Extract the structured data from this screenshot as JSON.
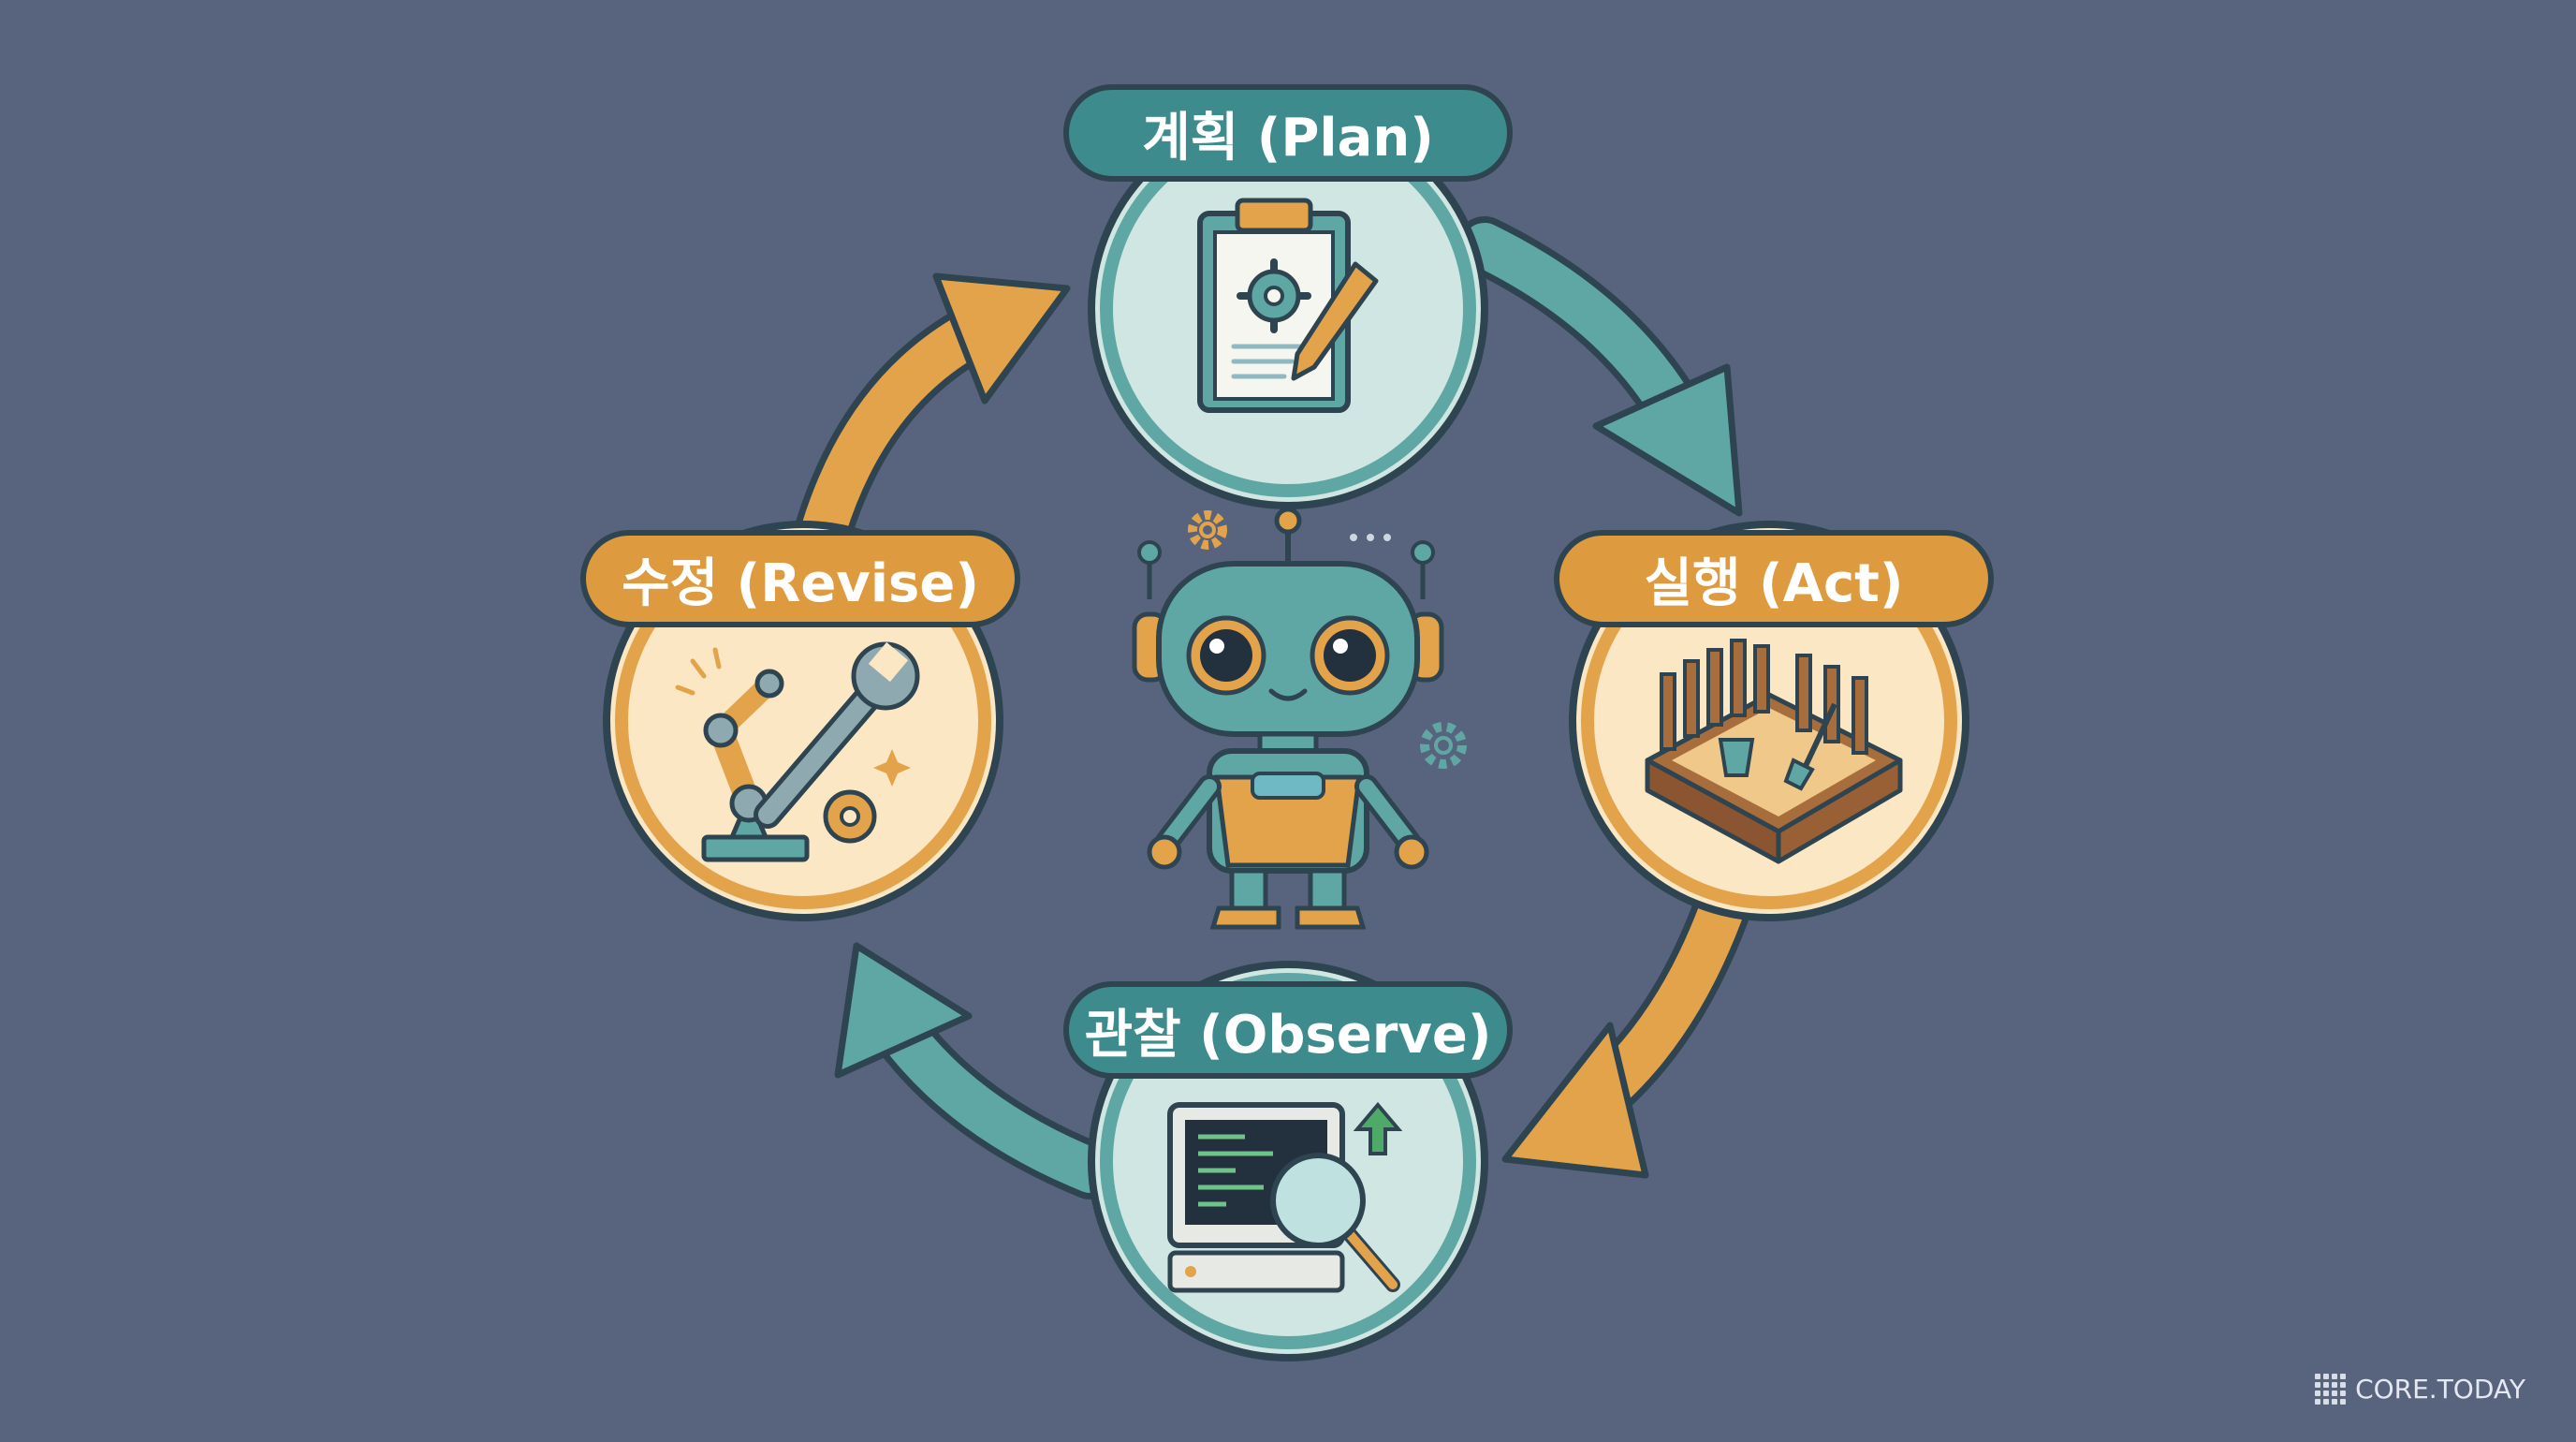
{
  "cycle": {
    "steps": [
      {
        "id": "plan",
        "label": "계획 (Plan)",
        "icon": "clipboard-gear-pencil-icon"
      },
      {
        "id": "act",
        "label": "실행 (Act)",
        "icon": "sandbox-bucket-shovel-icon"
      },
      {
        "id": "observe",
        "label": "관찰 (Observe)",
        "icon": "monitor-magnifier-icon"
      },
      {
        "id": "revise",
        "label": "수정 (Revise)",
        "icon": "robot-arm-wrench-icon"
      }
    ],
    "center_icon": "robot-icon"
  },
  "colors": {
    "background": "#58647e",
    "teal": "#5fa7a4",
    "orange": "#e3a34b",
    "outline": "#2e4450"
  },
  "brand": {
    "name": "CORE.TODAY"
  }
}
